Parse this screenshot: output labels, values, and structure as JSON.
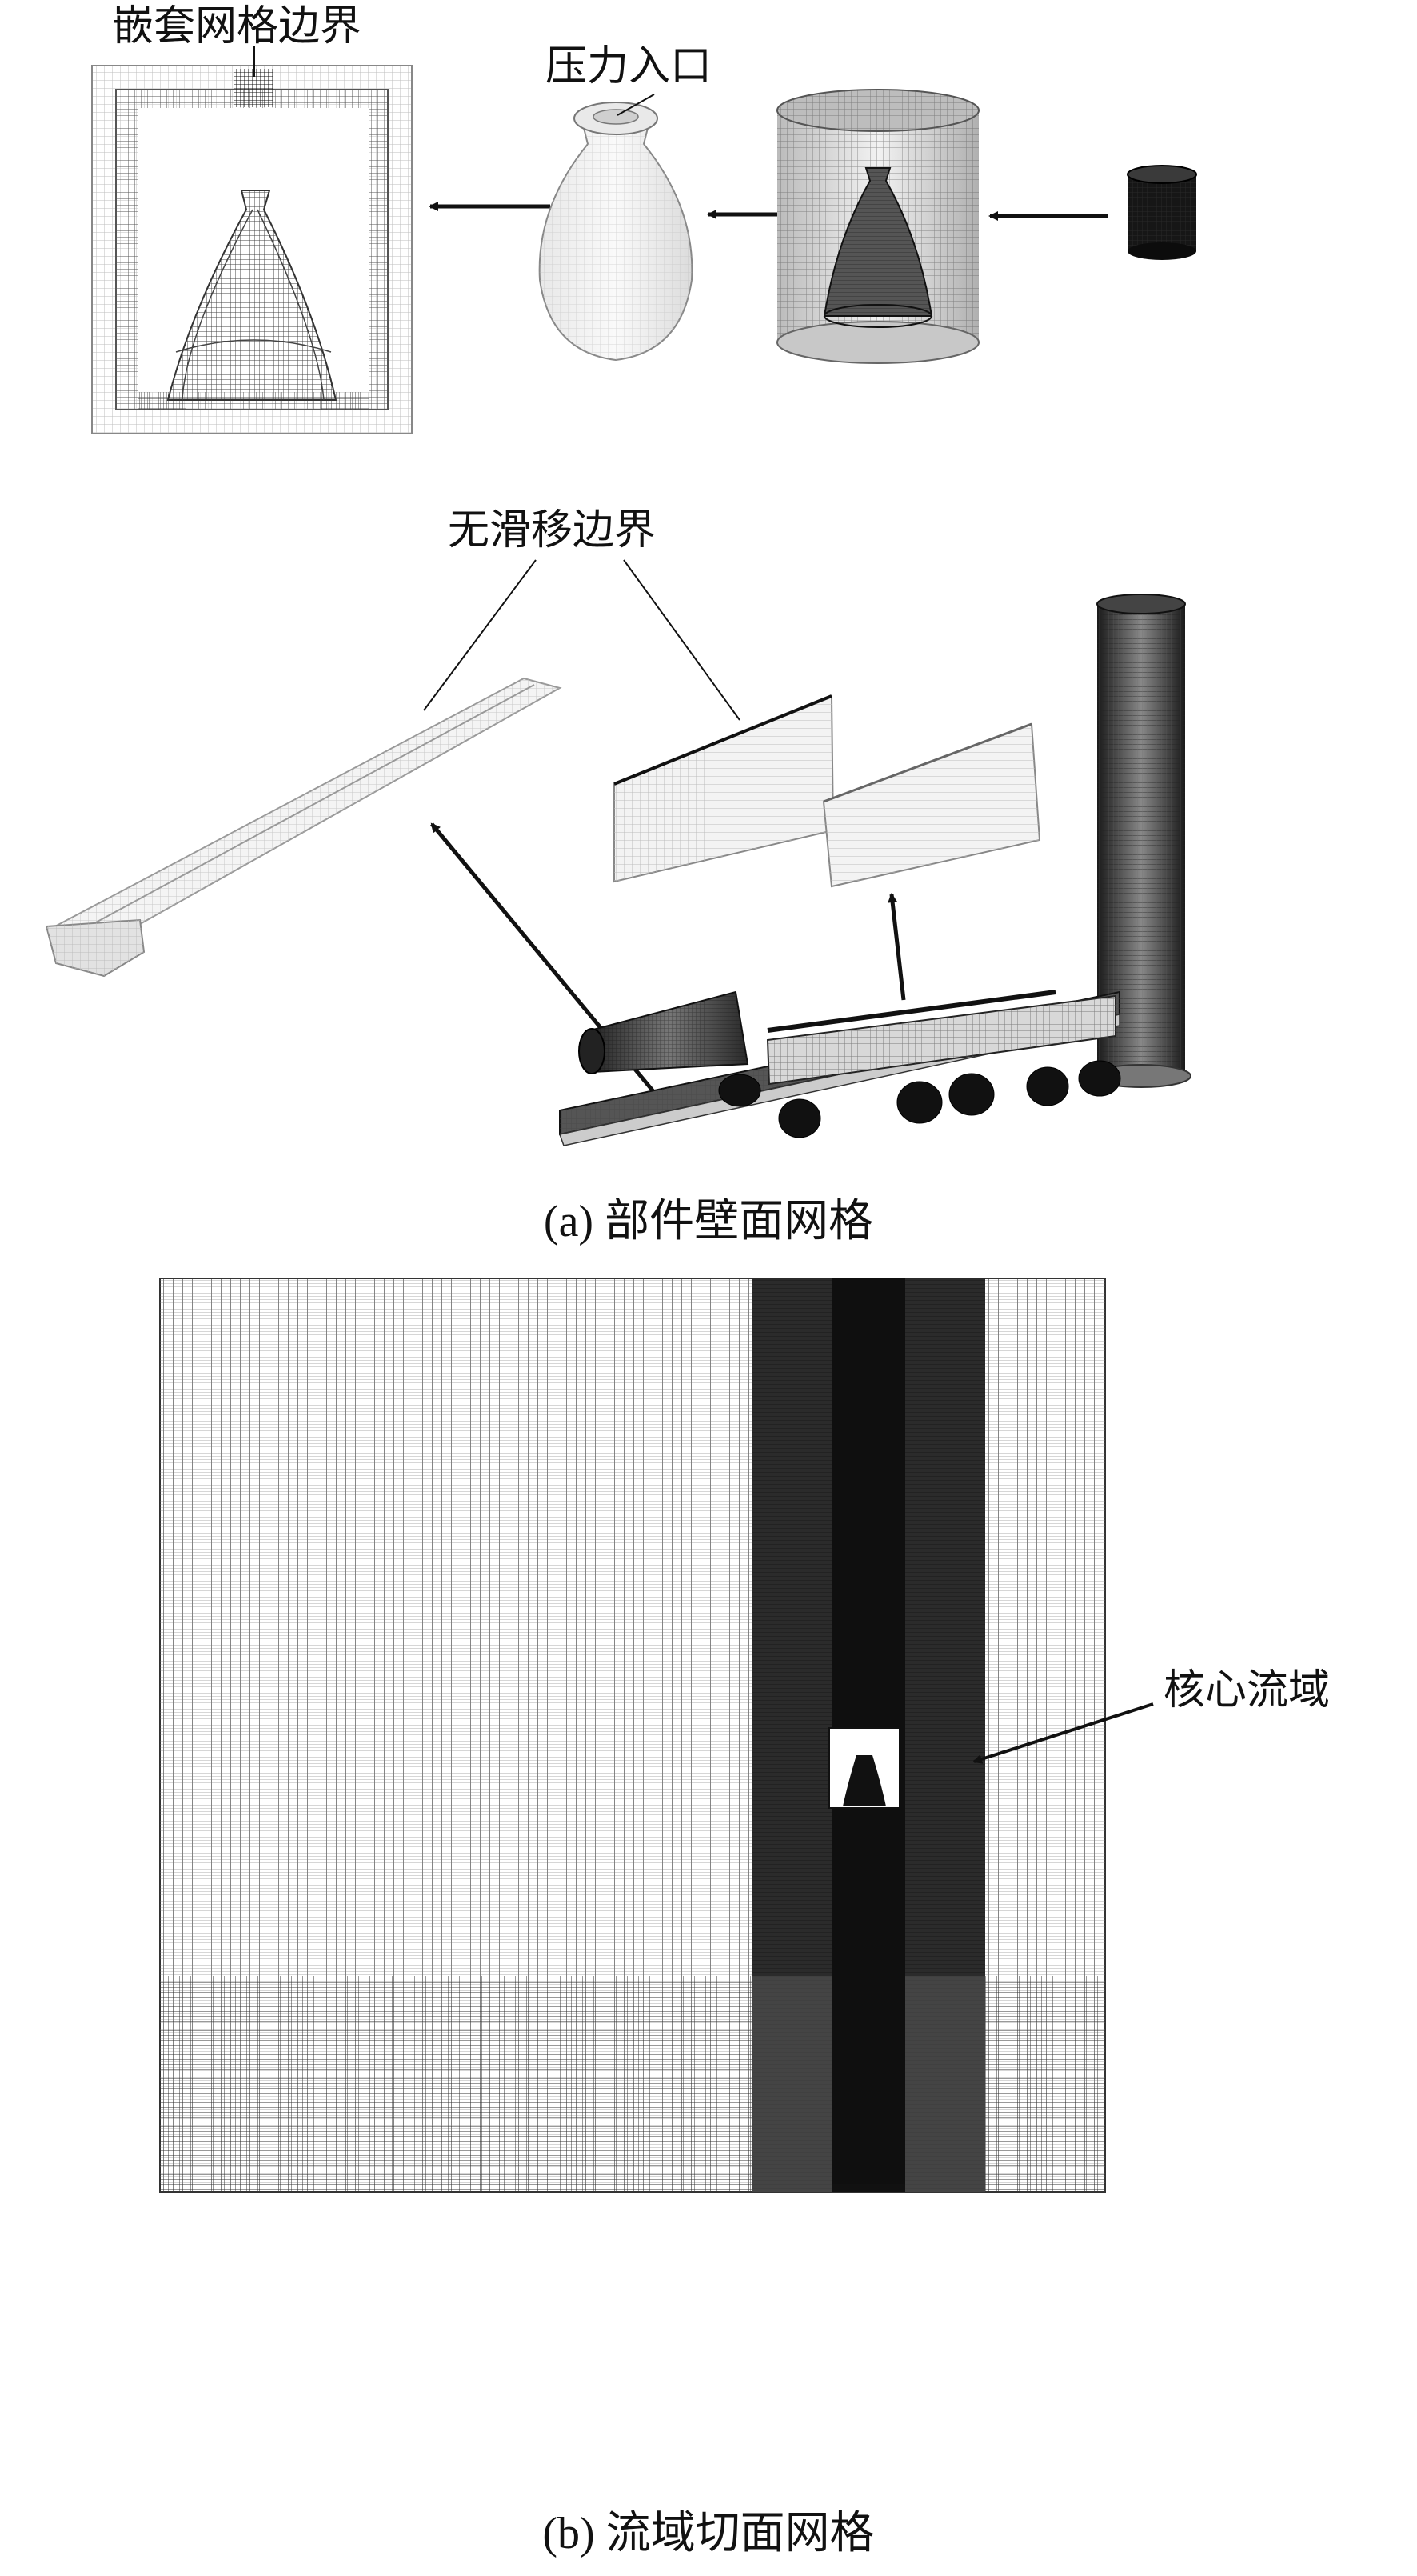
{
  "panel_a": {
    "labels": {
      "nested_boundary": "嵌套网格边界",
      "pressure_inlet": "压力入口",
      "no_slip_boundary": "无滑移边界"
    },
    "caption": "(a) 部件壁面网格"
  },
  "panel_b": {
    "labels": {
      "core_domain": "核心流域"
    },
    "caption": "(b) 流域切面网格"
  },
  "colors": {
    "line": "#111111",
    "mesh_light": "#9a9a9a",
    "mesh_dark": "#222222",
    "background": "#ffffff"
  }
}
